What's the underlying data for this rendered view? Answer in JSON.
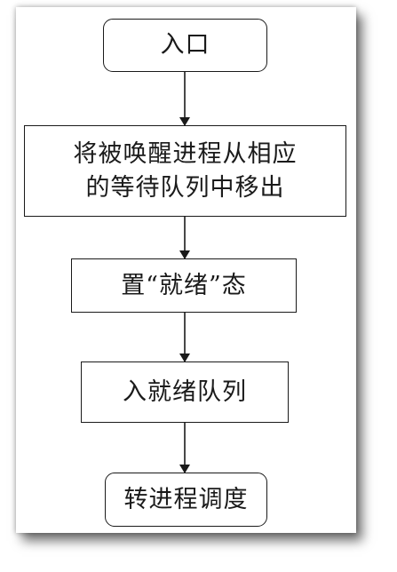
{
  "flowchart": {
    "start": "入口",
    "step1": "将被唤醒进程从相应\n的等待队列中移出",
    "step2": "置“就绪”态",
    "step3": "入就绪队列",
    "end": "转进程调度"
  }
}
